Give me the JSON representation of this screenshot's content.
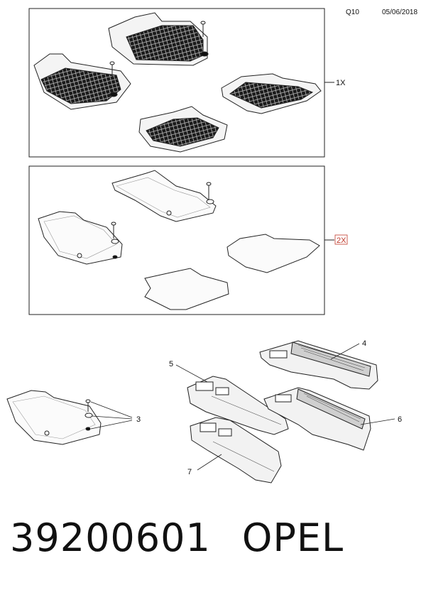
{
  "header": {
    "code": "Q10",
    "date": "05/06/2018"
  },
  "diagram": {
    "qty_box1": "1X",
    "qty_box2": "2X",
    "callouts": [
      "3",
      "4",
      "5",
      "6",
      "7"
    ]
  },
  "footer": {
    "part_number": "39200601",
    "brand": "OPEL"
  },
  "colors": {
    "line": "#222222",
    "qty_highlight": "#c0392b"
  }
}
